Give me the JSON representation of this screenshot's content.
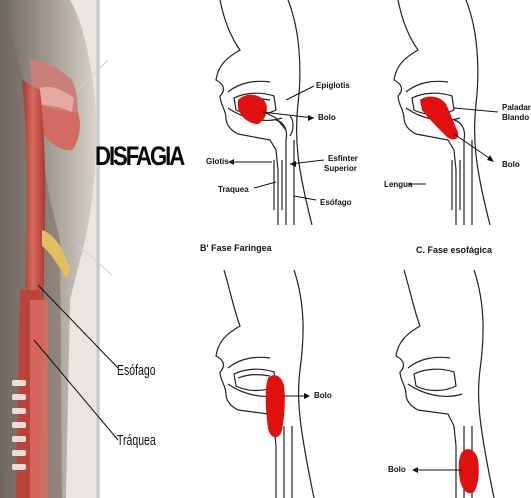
{
  "title": "DISFAGIA",
  "photo": {
    "labels": {
      "esofago": "Esófago",
      "traquea": "Tráquea"
    }
  },
  "panel_a": {
    "labels": {
      "epiglotis": "Epiglotis",
      "bolo": "Bolo",
      "glotis": "Glotis",
      "esfinter": "Esfinter",
      "superior": "Superior",
      "traquea": "Traquea",
      "esofago": "Esófago"
    }
  },
  "panel_b": {
    "labels": {
      "paladar": "Paladar",
      "blando": "Blando",
      "bolo": "Bolo",
      "lengua": "Lengua"
    }
  },
  "panel_c": {
    "caption": "B' Fase Faringea",
    "labels": {
      "bolo": "Bolo"
    }
  },
  "panel_d": {
    "caption": "C. Fase esofágica",
    "labels": {
      "bolo": "Bolo"
    }
  },
  "colors": {
    "bolus": "#e01010",
    "line": "#222222",
    "skin": "#d9a08a",
    "muscle": "#b83a3a"
  }
}
